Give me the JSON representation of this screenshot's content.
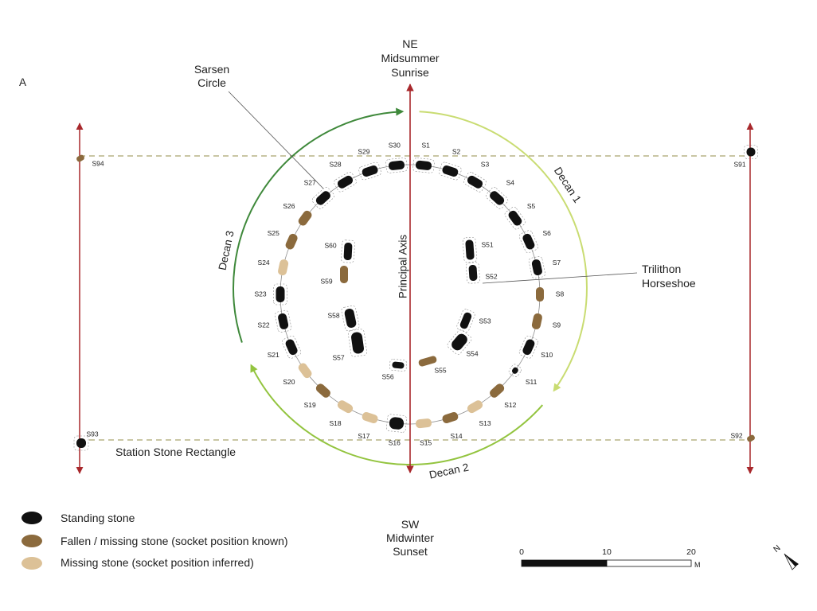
{
  "panel_label": "A",
  "ne_label": [
    "NE",
    "Midsummer",
    "Sunrise"
  ],
  "sw_label": [
    "SW",
    "Midwinter",
    "Sunset"
  ],
  "sarsen_circle_label": [
    "Sarsen",
    "Circle"
  ],
  "trilithon_horseshoe_label": [
    "Trilithon",
    "Horseshoe"
  ],
  "principal_axis_label": "Principal Axis",
  "station_stone_rectangle_label": "Station Stone Rectangle",
  "decans": [
    {
      "label": "Decan 1",
      "color": "#c9dc72"
    },
    {
      "label": "Decan 2",
      "color": "#93c43f"
    },
    {
      "label": "Decan 3",
      "color": "#3f893b"
    }
  ],
  "stone_types": {
    "standing": {
      "label": "Standing stone",
      "color": "#111111"
    },
    "fallen": {
      "label": "Fallen / missing stone (socket position known)",
      "color": "#8b6a3d"
    },
    "inferred": {
      "label": "Missing stone (socket position inferred)",
      "color": "#dcc197"
    }
  },
  "sarsen_circle_stones": [
    {
      "id": "S1",
      "type": "standing"
    },
    {
      "id": "S2",
      "type": "standing"
    },
    {
      "id": "S3",
      "type": "standing"
    },
    {
      "id": "S4",
      "type": "standing"
    },
    {
      "id": "S5",
      "type": "standing"
    },
    {
      "id": "S6",
      "type": "standing"
    },
    {
      "id": "S7",
      "type": "standing"
    },
    {
      "id": "S8",
      "type": "fallen"
    },
    {
      "id": "S9",
      "type": "fallen"
    },
    {
      "id": "S10",
      "type": "standing"
    },
    {
      "id": "S11",
      "type": "standing"
    },
    {
      "id": "S12",
      "type": "fallen"
    },
    {
      "id": "S13",
      "type": "inferred"
    },
    {
      "id": "S14",
      "type": "fallen"
    },
    {
      "id": "S15",
      "type": "inferred"
    },
    {
      "id": "S16",
      "type": "standing"
    },
    {
      "id": "S17",
      "type": "inferred"
    },
    {
      "id": "S18",
      "type": "inferred"
    },
    {
      "id": "S19",
      "type": "fallen"
    },
    {
      "id": "S20",
      "type": "inferred"
    },
    {
      "id": "S21",
      "type": "standing"
    },
    {
      "id": "S22",
      "type": "standing"
    },
    {
      "id": "S23",
      "type": "standing"
    },
    {
      "id": "S24",
      "type": "inferred"
    },
    {
      "id": "S25",
      "type": "fallen"
    },
    {
      "id": "S26",
      "type": "fallen"
    },
    {
      "id": "S27",
      "type": "standing"
    },
    {
      "id": "S28",
      "type": "standing"
    },
    {
      "id": "S29",
      "type": "standing"
    },
    {
      "id": "S30",
      "type": "standing"
    }
  ],
  "trilithon_stones": [
    {
      "id": "S51",
      "type": "standing"
    },
    {
      "id": "S52",
      "type": "standing"
    },
    {
      "id": "S53",
      "type": "standing"
    },
    {
      "id": "S54",
      "type": "standing"
    },
    {
      "id": "S55",
      "type": "fallen"
    },
    {
      "id": "S56",
      "type": "standing"
    },
    {
      "id": "S57",
      "type": "standing"
    },
    {
      "id": "S58",
      "type": "standing"
    },
    {
      "id": "S59",
      "type": "fallen"
    },
    {
      "id": "S60",
      "type": "standing"
    }
  ],
  "station_stones": [
    {
      "id": "S91",
      "type": "standing"
    },
    {
      "id": "S92",
      "type": "fallen"
    },
    {
      "id": "S93",
      "type": "standing"
    },
    {
      "id": "S94",
      "type": "fallen"
    }
  ],
  "scale_bar": {
    "ticks": [
      "0",
      "10",
      "20"
    ],
    "unit": "M"
  },
  "north_label": "N",
  "colors": {
    "axis": "#a8282c",
    "station_rectangle": "#a9a56e",
    "circle_line": "#8c8c8c"
  }
}
